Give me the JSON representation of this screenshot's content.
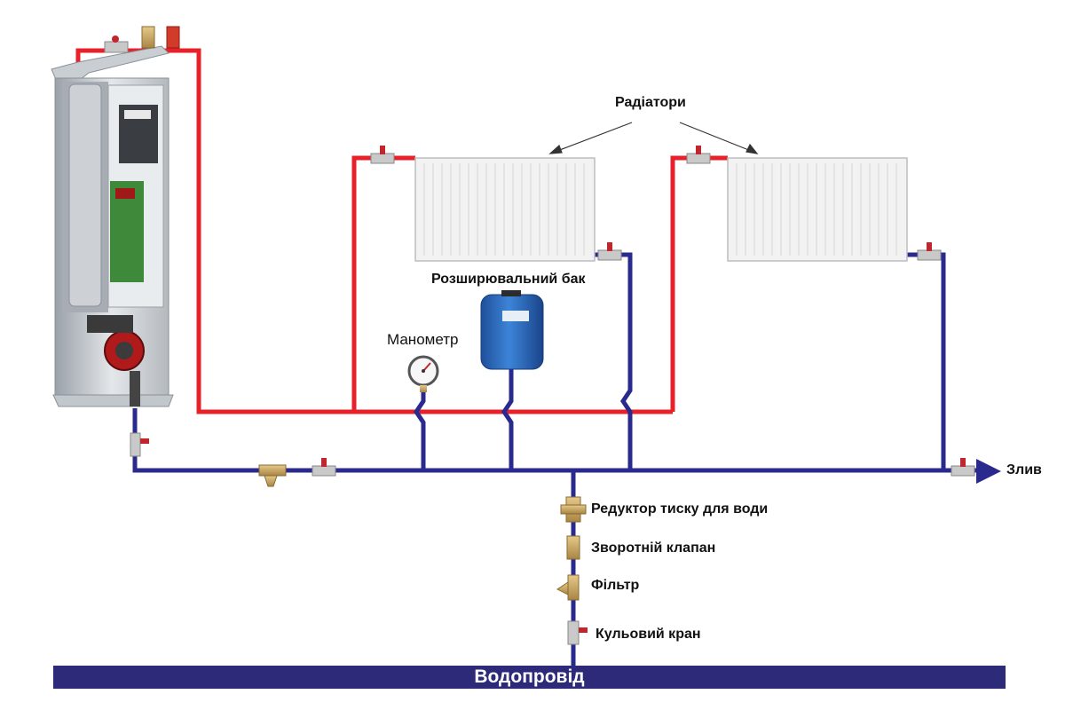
{
  "labels": {
    "radiators": "Радіатори",
    "expansion_tank": "Розширювальний бак",
    "manometer": "Манометр",
    "drain": "Злив",
    "pressure_reducer": "Редуктор тиску для води",
    "check_valve": "Зворотній клапан",
    "filter": "Фільтр",
    "ball_valve": "Кульовий кран",
    "water_supply": "Водопровід"
  },
  "colors": {
    "supply_pipe": "#e8202a",
    "return_pipe": "#2a2a8e",
    "water_main": "#2e2a7a",
    "tank": "#2f6fc4",
    "radiator": "#f2f2f2"
  }
}
